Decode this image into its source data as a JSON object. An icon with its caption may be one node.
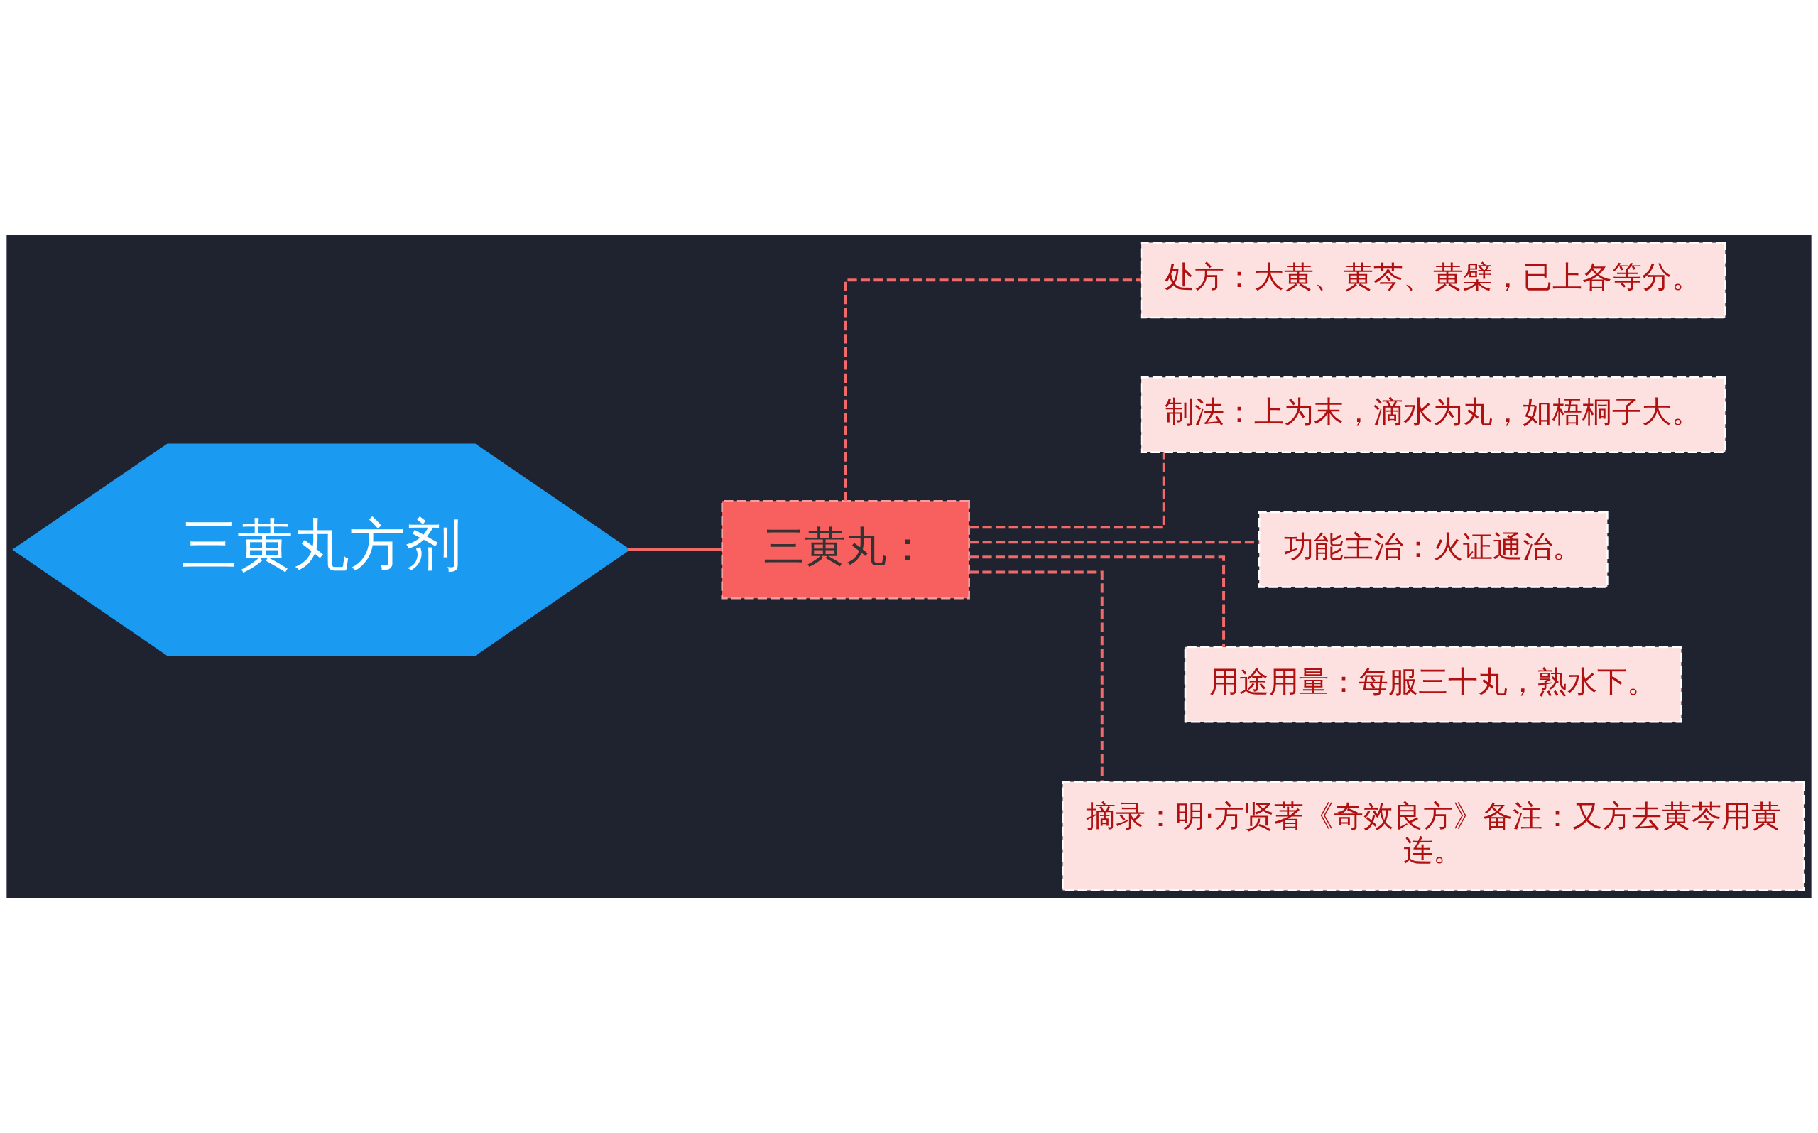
{
  "diagram": {
    "nodes": [
      {
        "text": [
          "三黄丸方剂"
        ]
      },
      {
        "text": [
          "三黄丸："
        ]
      },
      {
        "text": [
          "处方：大黄、黄芩、黄檗，已上各等分。"
        ]
      },
      {
        "text": [
          "制法：上为末，滴水为丸，如梧桐子大。"
        ]
      },
      {
        "text": [
          "功能主治：火证通治。"
        ]
      },
      {
        "text": [
          "用途用量：每服三十丸，熟水下。"
        ]
      },
      {
        "text": [
          "摘录：明·方贤著《奇效良方》备注：又方去黄芩用黄连。"
        ]
      }
    ],
    "edges": [
      {
        "from": 0,
        "to": 1,
        "arrow": "none"
      },
      {
        "from": 1,
        "to": 2,
        "arrow": "none",
        "style": "dashed"
      },
      {
        "from": 1,
        "to": 3,
        "arrow": "none",
        "style": "dashed"
      },
      {
        "from": 1,
        "to": 4,
        "arrow": "none",
        "style": "dashed"
      },
      {
        "from": 1,
        "to": 5,
        "arrow": "none",
        "style": "dashed"
      },
      {
        "from": 1,
        "to": 6,
        "arrow": "none",
        "style": "dashed"
      }
    ]
  }
}
